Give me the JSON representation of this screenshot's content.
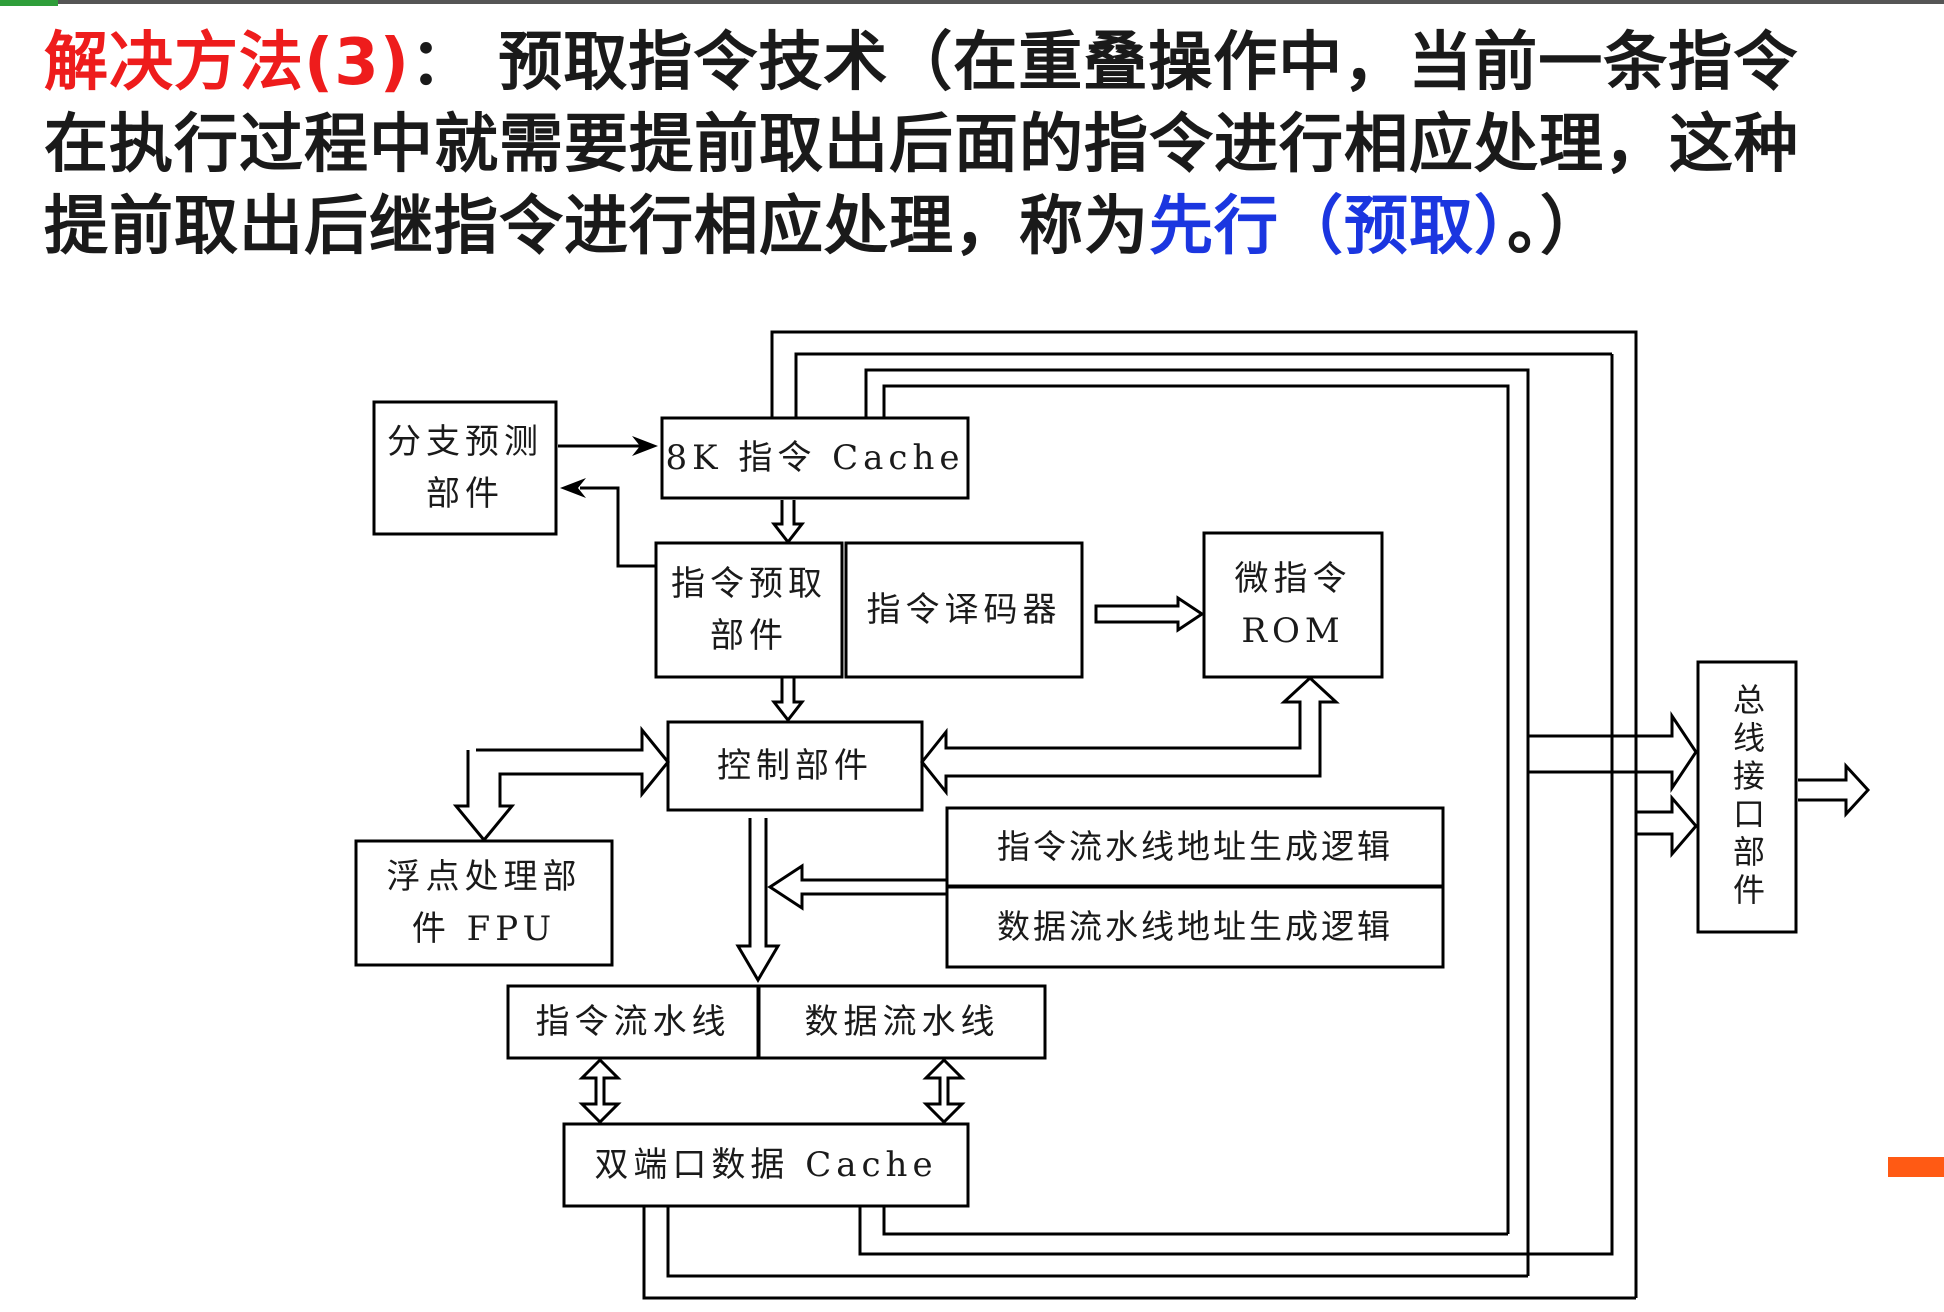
{
  "heading": {
    "line1_prefix": "解决方法(3)",
    "line1_rest": "：  预取指令技术（在重叠操作中，当前一条指令",
    "line2": "在执行过程中就需要提前取出后面的指令进行相应处理，这种",
    "line3_prefix": "提前取出后继指令进行相应处理，称为",
    "line3_highlight": "先行（预取）",
    "line3_suffix": "。）"
  },
  "diagram": {
    "branch_predict": "分支预测\n部件",
    "icache": "8K 指令 Cache",
    "prefetch": "指令预取\n部件",
    "decoder": "指令译码器",
    "microrom": "微指令\nROM",
    "control": "控制部件",
    "fpu": "浮点处理部\n件 FPU",
    "inst_addr_logic": "指令流水线地址生成逻辑",
    "data_addr_logic": "数据流水线地址生成逻辑",
    "inst_pipeline": "指令流水线",
    "data_pipeline": "数据流水线",
    "dcache": "双端口数据 Cache",
    "bus_interface": "总线接口部件"
  },
  "colors": {
    "title_red": "#ee1c1c",
    "highlight_blue": "#1b36e0",
    "text": "#1a1a1a",
    "line": "#000000",
    "accent_orange": "#ff5a14",
    "accent_green": "#2f9e3a"
  }
}
